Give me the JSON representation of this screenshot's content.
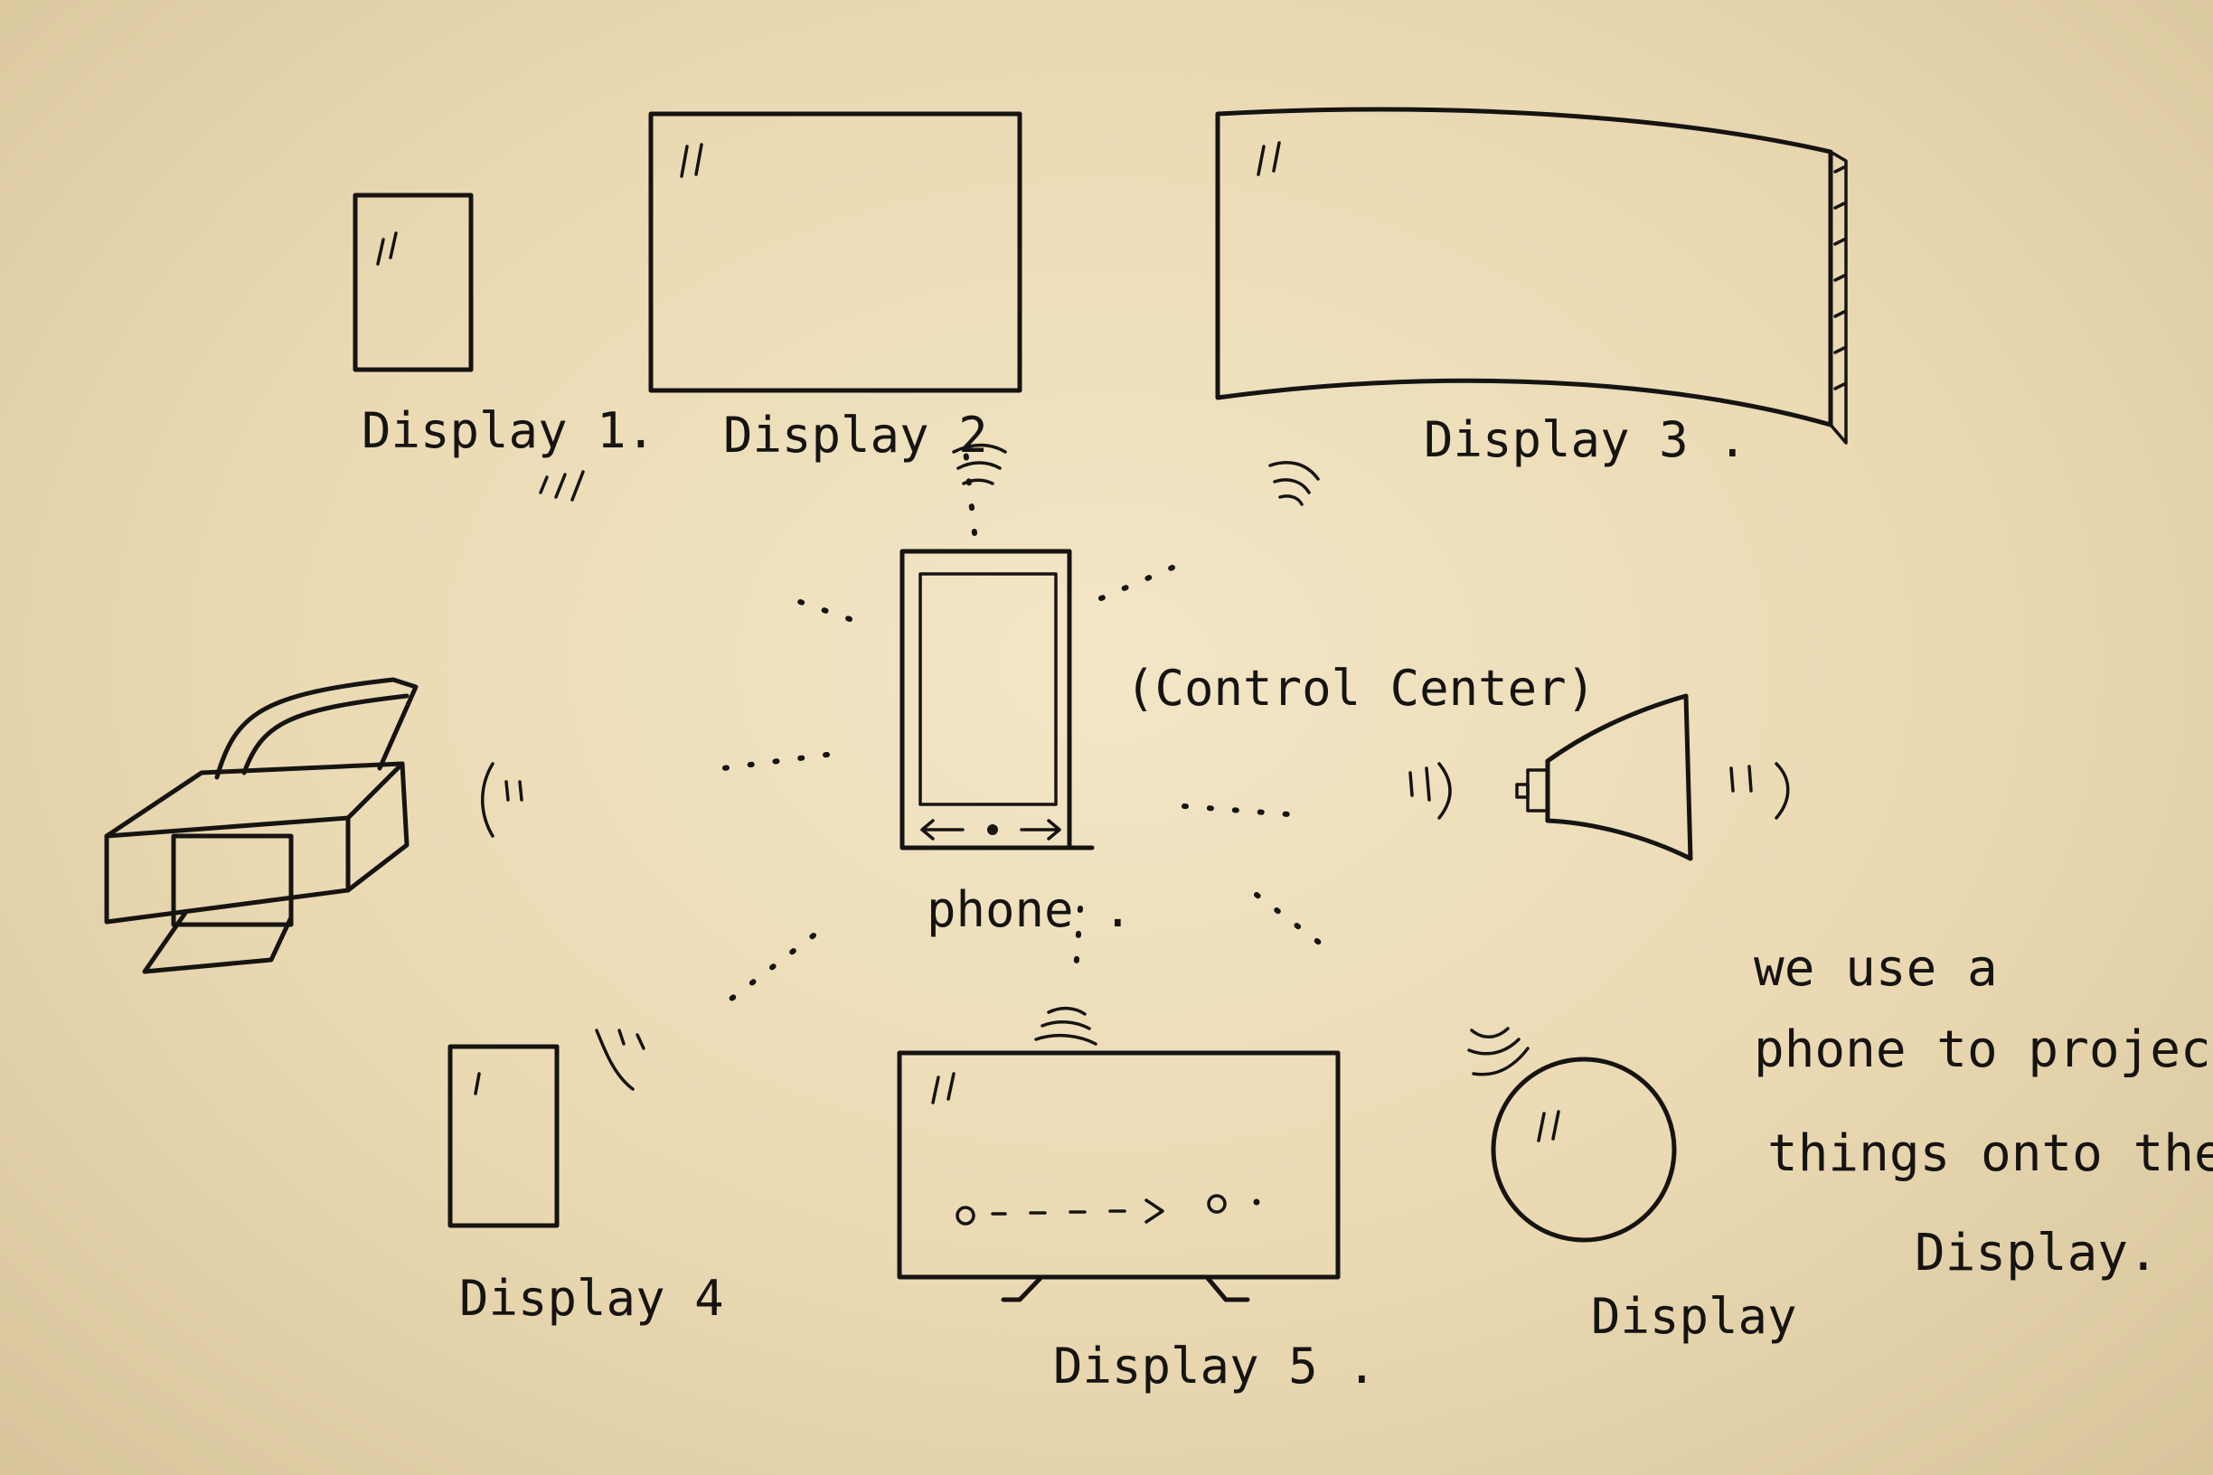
{
  "labels": {
    "display1": "Display 1.",
    "display2": "Display 2",
    "display3": "Display 3 .",
    "display4": "Display 4",
    "display5": "Display 5 .",
    "display_round": "Display",
    "phone": "phone .",
    "control_center": "(Control Center)"
  },
  "note": {
    "line1": "we use a",
    "line2": "phone to project",
    "line3": "things onto the",
    "line4": "Display."
  }
}
